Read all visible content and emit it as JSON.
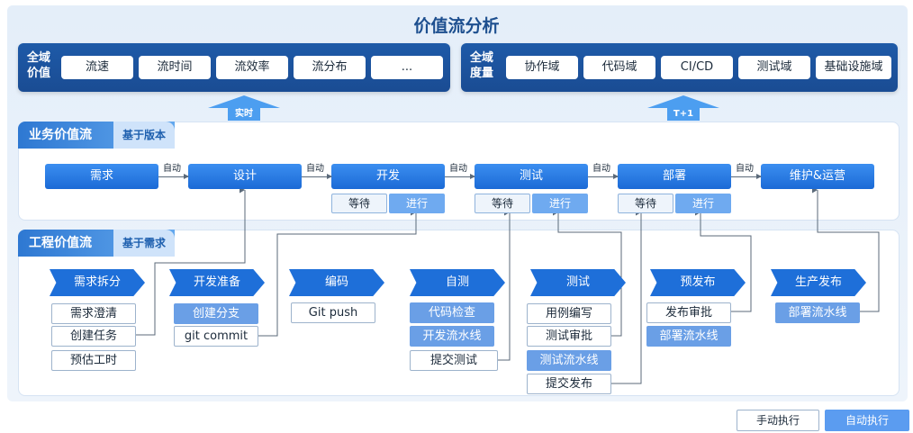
{
  "title": "价值流分析",
  "value_panel": {
    "head": "全域价值",
    "chips": [
      "流速",
      "流时间",
      "流效率",
      "流分布",
      "..."
    ],
    "arrow_label": "实时"
  },
  "metric_panel": {
    "head": "全域度量",
    "chips": [
      "协作域",
      "代码域",
      "CI/CD",
      "测试域",
      "基础设施域"
    ],
    "arrow_label": "T+1"
  },
  "business_lane": {
    "label": "业务价值流",
    "sub": "基于版本",
    "stages": [
      "需求",
      "设计",
      "开发",
      "测试",
      "部署",
      "维护&运营"
    ],
    "auto_label": "自动",
    "wait_label": "等待",
    "run_label": "进行"
  },
  "engineering_lane": {
    "label": "工程价值流",
    "sub": "基于需求",
    "phases": [
      {
        "name": "需求拆分",
        "tasks": [
          {
            "t": "需求澄清",
            "auto": false
          },
          {
            "t": "创建任务",
            "auto": false
          },
          {
            "t": "预估工时",
            "auto": false
          }
        ]
      },
      {
        "name": "开发准备",
        "tasks": [
          {
            "t": "创建分支",
            "auto": true
          },
          {
            "t": "git commit",
            "auto": false
          }
        ]
      },
      {
        "name": "编码",
        "tasks": [
          {
            "t": "Git push",
            "auto": false
          }
        ]
      },
      {
        "name": "自测",
        "tasks": [
          {
            "t": "代码检查",
            "auto": true
          },
          {
            "t": "开发流水线",
            "auto": true
          },
          {
            "t": "提交测试",
            "auto": false
          }
        ]
      },
      {
        "name": "测试",
        "tasks": [
          {
            "t": "用例编写",
            "auto": false
          },
          {
            "t": "测试审批",
            "auto": false
          },
          {
            "t": "测试流水线",
            "auto": true
          },
          {
            "t": "提交发布",
            "auto": false
          }
        ]
      },
      {
        "name": "预发布",
        "tasks": [
          {
            "t": "发布审批",
            "auto": false
          },
          {
            "t": "部署流水线",
            "auto": true
          }
        ]
      },
      {
        "name": "生产发布",
        "tasks": [
          {
            "t": "部署流水线",
            "auto": true
          }
        ]
      }
    ]
  },
  "legend": {
    "manual": "手动执行",
    "auto": "自动执行"
  },
  "colors": {
    "primary": "#1e6fd9",
    "dark_bar": "#1a4c93",
    "auto_task": "#6a9fe6",
    "accent": "#4c9ef0"
  }
}
